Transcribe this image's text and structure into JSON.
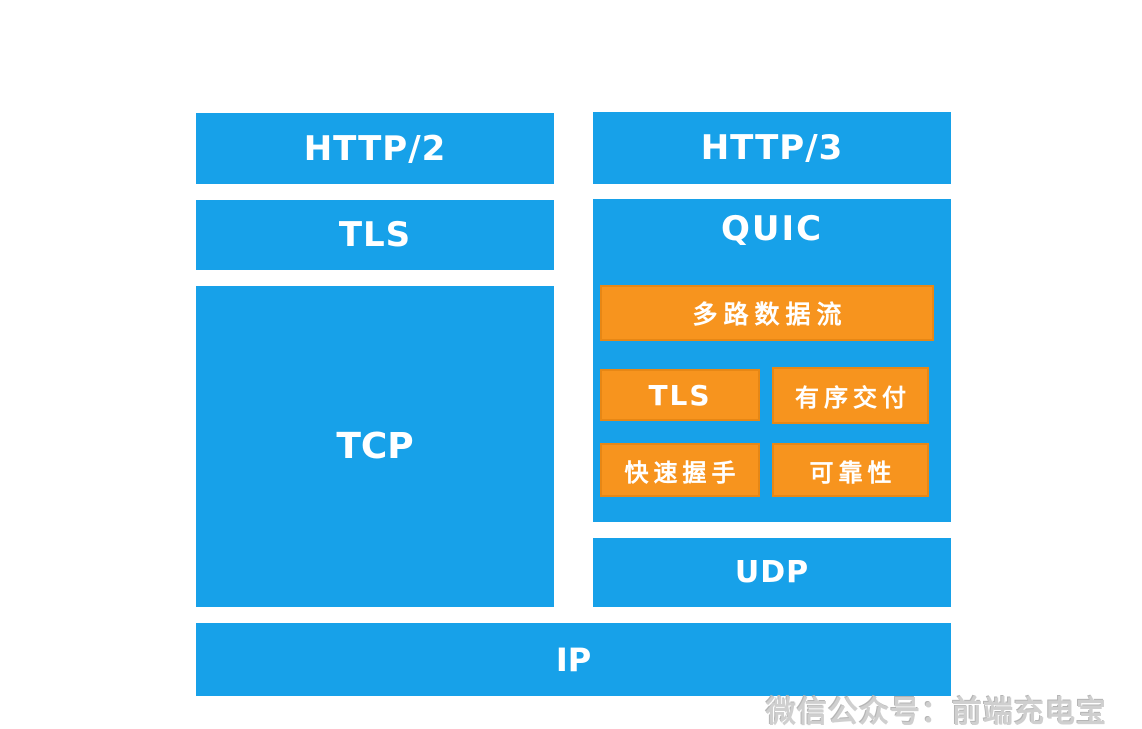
{
  "colors": {
    "blue": "#17a1e9",
    "orange": "#f7941e",
    "text": "#ffffff",
    "watermark": "#cfcfcf"
  },
  "diagram": {
    "left_stack": {
      "http2": "HTTP/2",
      "tls": "TLS",
      "tcp": "TCP"
    },
    "right_stack": {
      "http3": "HTTP/3",
      "quic": "QUIC",
      "quic_features": {
        "multiplex": "多路数据流",
        "tls": "TLS",
        "ordered_delivery": "有序交付",
        "fast_handshake": "快速握手",
        "reliability": "可靠性"
      },
      "udp": "UDP"
    },
    "base": {
      "ip": "IP"
    }
  },
  "watermark": "微信公众号：前端充电宝"
}
